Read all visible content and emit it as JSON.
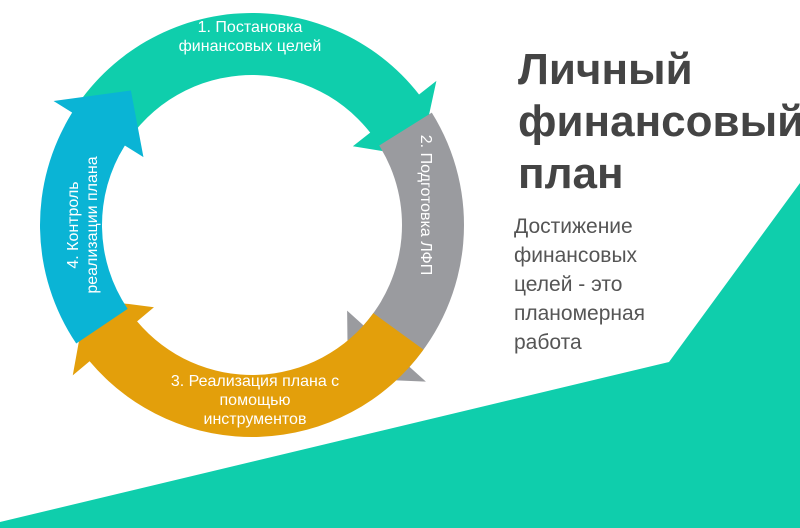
{
  "colors": {
    "teal": "#0fceac",
    "gray": "#9a9b9f",
    "orange": "#e39f0b",
    "blue": "#0ab4d5",
    "title": "#444444"
  },
  "cycle": [
    {
      "label_lines": [
        "1. Постановка",
        "финансовых целей"
      ]
    },
    {
      "label_lines": [
        "2. Подготовка ЛФП"
      ]
    },
    {
      "label_lines": [
        "3. Реализация плана с",
        "помощью",
        "инструментов"
      ]
    },
    {
      "label_lines": [
        "4. Контроль",
        "реализации плана"
      ]
    }
  ],
  "title_lines": [
    "Личный",
    "финансовый",
    "план"
  ],
  "subtitle_lines": [
    "Достижение",
    "финансовых",
    "целей - это",
    "планомерная",
    "работа"
  ]
}
